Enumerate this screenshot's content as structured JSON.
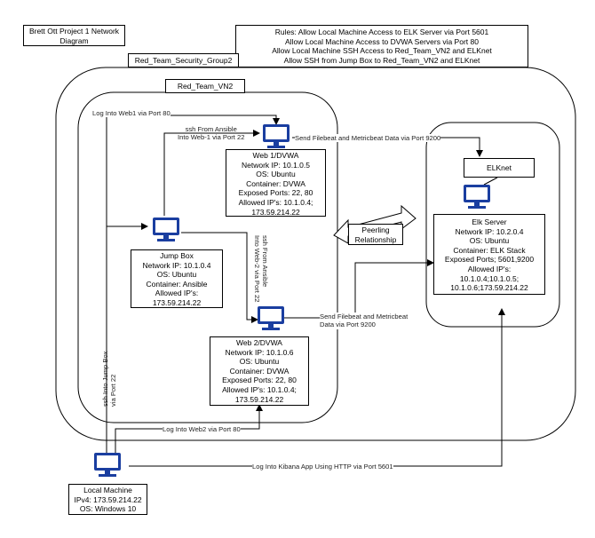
{
  "title_box": [
    "Brett Ott Project 1 Network",
    "Diagram"
  ],
  "rules": [
    "Rules: Allow Local Machine Access to ELK Server via Port 5601",
    "Allow Local Machine Access to DVWA Servers via Port 80",
    "Allow Local Machine SSH Access to Red_Team_VN2 and ELKnet",
    "Allow SSH from Jump Box to Red_Team_VN2 and ELKnet"
  ],
  "security_group_label": "Red_Team_Security_Group2",
  "vn_label": "Red_Team_VN2",
  "elknet_label": "ELKnet",
  "peering_label": [
    "Peerling",
    "Relationship"
  ],
  "web1": [
    "Web 1/DVWA",
    "Network IP: 10.1.0.5",
    "OS: Ubuntu",
    "Container: DVWA",
    "Exposed Ports: 22, 80",
    "Allowed IP's: 10.1.0.4;",
    "173.59.214.22"
  ],
  "web2": [
    "Web 2/DVWA",
    "Network IP: 10.1.0.6",
    "OS: Ubuntu",
    "Container: DVWA",
    "Exposed Ports: 22, 80",
    "Allowed IP's: 10.1.0.4;",
    "173.59.214.22"
  ],
  "jumpbox": [
    "Jump Box",
    "Network IP: 10.1.0.4",
    "OS: Ubuntu",
    "Container: Ansible",
    "Allowed IP's:",
    "173.59.214.22"
  ],
  "elk": [
    "Elk Server",
    "Network IP: 10.2.0.4",
    "OS: Ubuntu",
    "Container: ELK Stack",
    "Exposed Ports; 5601,9200",
    "Allowed IP's:",
    "10.1.0.4;10.1.0.5;",
    "10.1.0.6;173.59.214.22"
  ],
  "local": [
    "Local Machine",
    "IPv4: 173.59.214.22",
    "OS: Windows 10"
  ],
  "edges": {
    "web1_port80": "Log Into Web1 via Port 80",
    "ssh_web1": [
      "ssh From Ansible",
      "Into Web-1 via Port 22"
    ],
    "filebeat_web1": "Send Filebeat and Metricbeat Data via Port 9200",
    "ssh_web2": [
      "ssh From Ansible",
      "Into Web-2 via Port 22"
    ],
    "filebeat_web2": [
      "Send Filebeat and Metricbeat",
      "Data via Port 9200"
    ],
    "ssh_jump": [
      "ssh Into Jump Box",
      "via Port 22"
    ],
    "web2_port80": "Log Into Web2 via Port 80",
    "kibana": "Log Into Kibana App Using HTTP via Port 5601"
  }
}
